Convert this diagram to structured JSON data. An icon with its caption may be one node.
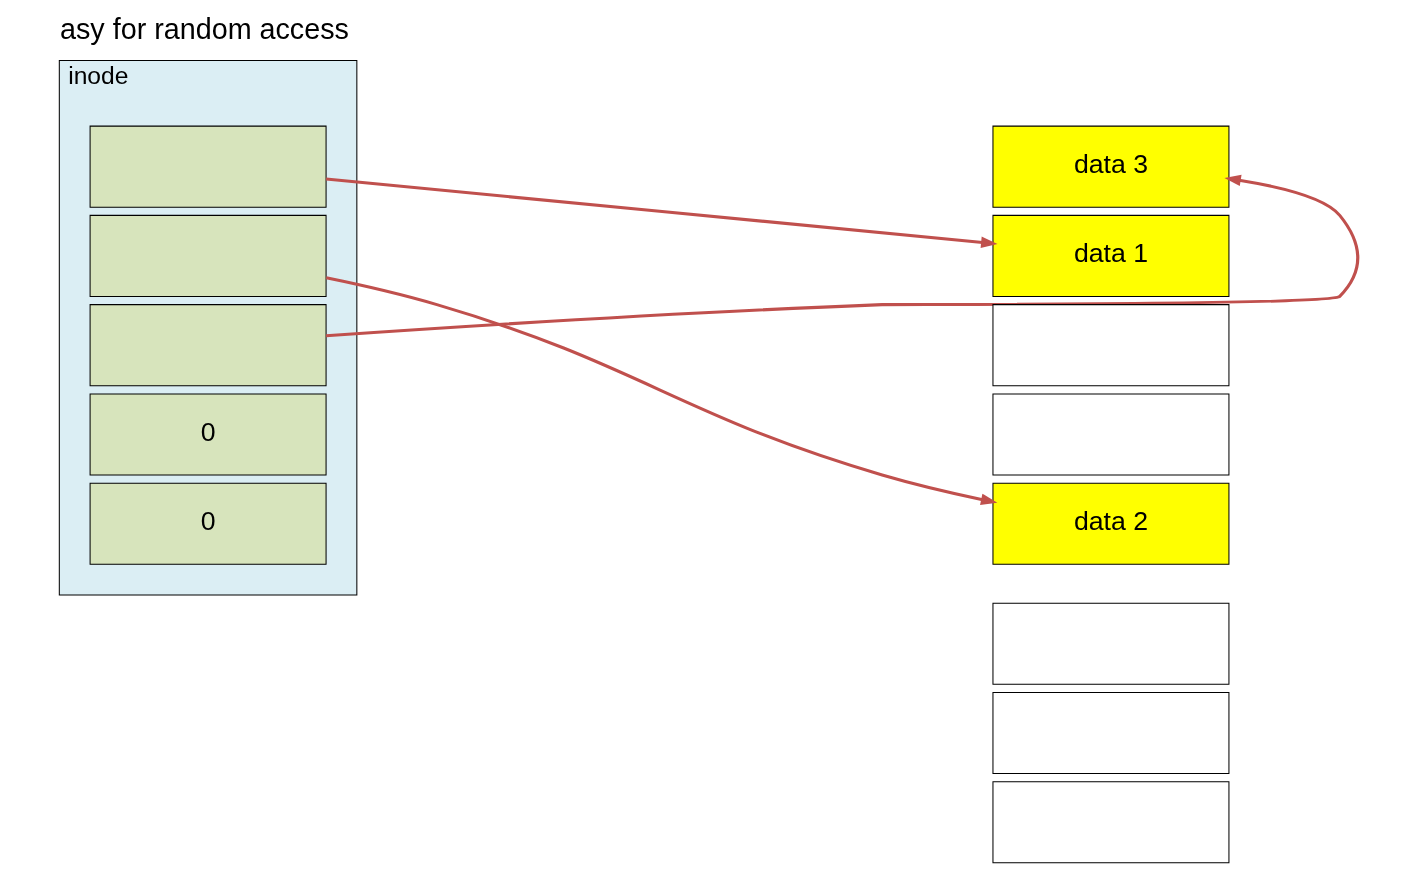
{
  "diagram": {
    "title": "asy for random access",
    "nodes": [
      {
        "text": [
          "inode"
        ]
      },
      {
        "text": [],
        "shape": "box",
        "in": 0
      },
      {
        "text": [],
        "shape": "box",
        "in": 0
      },
      {
        "text": [],
        "shape": "box",
        "in": 0
      },
      {
        "text": [
          "0"
        ],
        "in": 0
      },
      {
        "text": [
          "0"
        ],
        "in": 0
      },
      {
        "text": [
          "data 3"
        ]
      },
      {
        "text": [
          "data 1"
        ]
      },
      {
        "text": [],
        "shape": "box"
      },
      {
        "text": [],
        "shape": "box"
      },
      {
        "text": [
          "data 2"
        ]
      },
      {
        "text": [],
        "shape": "box"
      },
      {
        "text": [],
        "shape": "box"
      },
      {
        "text": [],
        "shape": "box"
      }
    ],
    "edges": [
      {
        "from": 1,
        "to": 7,
        "arrow": "to"
      },
      {
        "from": 2,
        "to": 10,
        "arrow": "to"
      },
      {
        "from": 3,
        "to": 6,
        "arrow": "to"
      }
    ]
  }
}
